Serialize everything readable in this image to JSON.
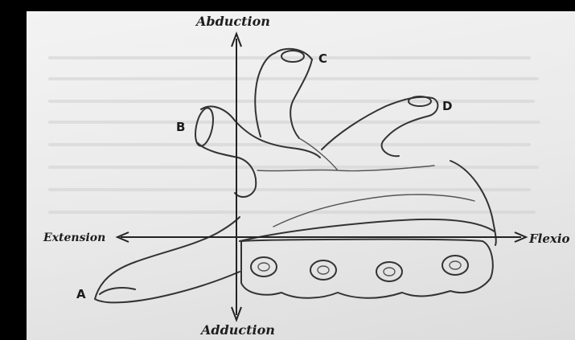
{
  "diagram": {
    "axis_labels": {
      "top": "Abduction",
      "bottom": "Adduction",
      "left": "Extension",
      "right": "Flexio"
    },
    "point_labels": {
      "a": "A",
      "b": "B",
      "c": "C",
      "d": "D"
    }
  }
}
